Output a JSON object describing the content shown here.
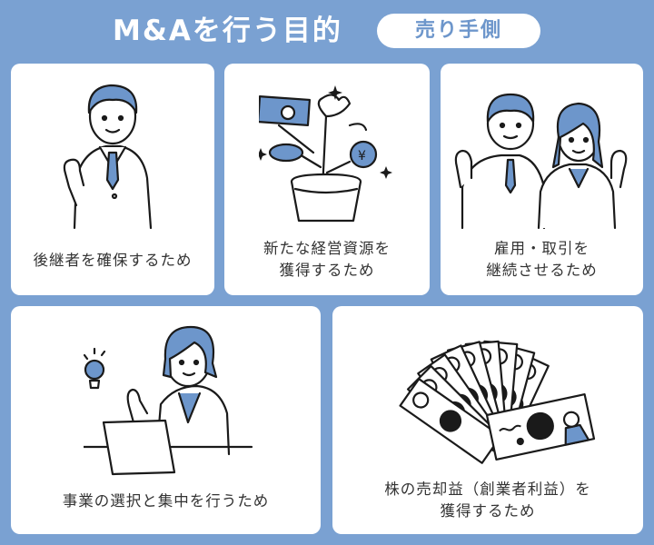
{
  "header": {
    "title": "M&Aを行う目的",
    "badge": "売り手側"
  },
  "colors": {
    "background": "#7aa1d2",
    "accent": "#6d96cb",
    "card": "#ffffff",
    "text": "#333333"
  },
  "cards": [
    {
      "caption": "後継者を確保するため",
      "illustration": "businessman-fist-icon"
    },
    {
      "caption": "新たな経営資源を\n獲得するため",
      "illustration": "money-plant-icon"
    },
    {
      "caption": "雇用・取引を\n継続させるため",
      "illustration": "two-employees-ok-icon"
    },
    {
      "caption": "事業の選択と集中を行うため",
      "illustration": "woman-laptop-idea-icon"
    },
    {
      "caption": "株の売却益（創業者利益）を\n獲得するため",
      "illustration": "banknotes-fan-icon"
    }
  ]
}
